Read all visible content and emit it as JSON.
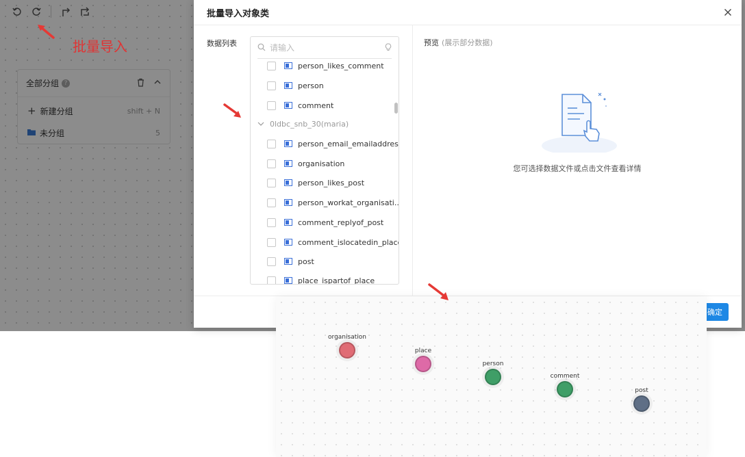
{
  "background": {
    "annotation_label": "批量导入",
    "group_panel": {
      "title": "全部分组",
      "help": "?",
      "new_group_label": "新建分组",
      "new_group_shortcut": "shift + N",
      "ungrouped_label": "未分组",
      "ungrouped_count": "5"
    }
  },
  "modal": {
    "title": "批量导入对象类",
    "list_label": "数据列表",
    "search_placeholder": "请输入",
    "items_top": [
      {
        "label": "person_likes_comment"
      },
      {
        "label": "person"
      },
      {
        "label": "comment"
      }
    ],
    "group_name": "0ldbc_snb_30(maria)",
    "items_group": [
      {
        "label": "person_email_emailaddress"
      },
      {
        "label": "organisation"
      },
      {
        "label": "person_likes_post"
      },
      {
        "label": "person_workat_organisati..."
      },
      {
        "label": "comment_replyof_post"
      },
      {
        "label": "comment_islocatedin_place"
      },
      {
        "label": "post"
      },
      {
        "label": "place_ispartof_place"
      }
    ],
    "preview_label": "预览",
    "preview_sub": "(展示部分数据)",
    "empty_text": "您可选择数据文件或点击文件查看详情",
    "confirm_label": "确定"
  },
  "canvas": {
    "nodes": [
      {
        "label": "organisation",
        "color": "#e06c75"
      },
      {
        "label": "place",
        "color": "#de6aa7"
      },
      {
        "label": "person",
        "color": "#3f9e67"
      },
      {
        "label": "comment",
        "color": "#3f9e67"
      },
      {
        "label": "post",
        "color": "#5f6f86"
      }
    ]
  },
  "colors": {
    "accent": "#1e88e5",
    "annotation_red": "#e03434"
  }
}
